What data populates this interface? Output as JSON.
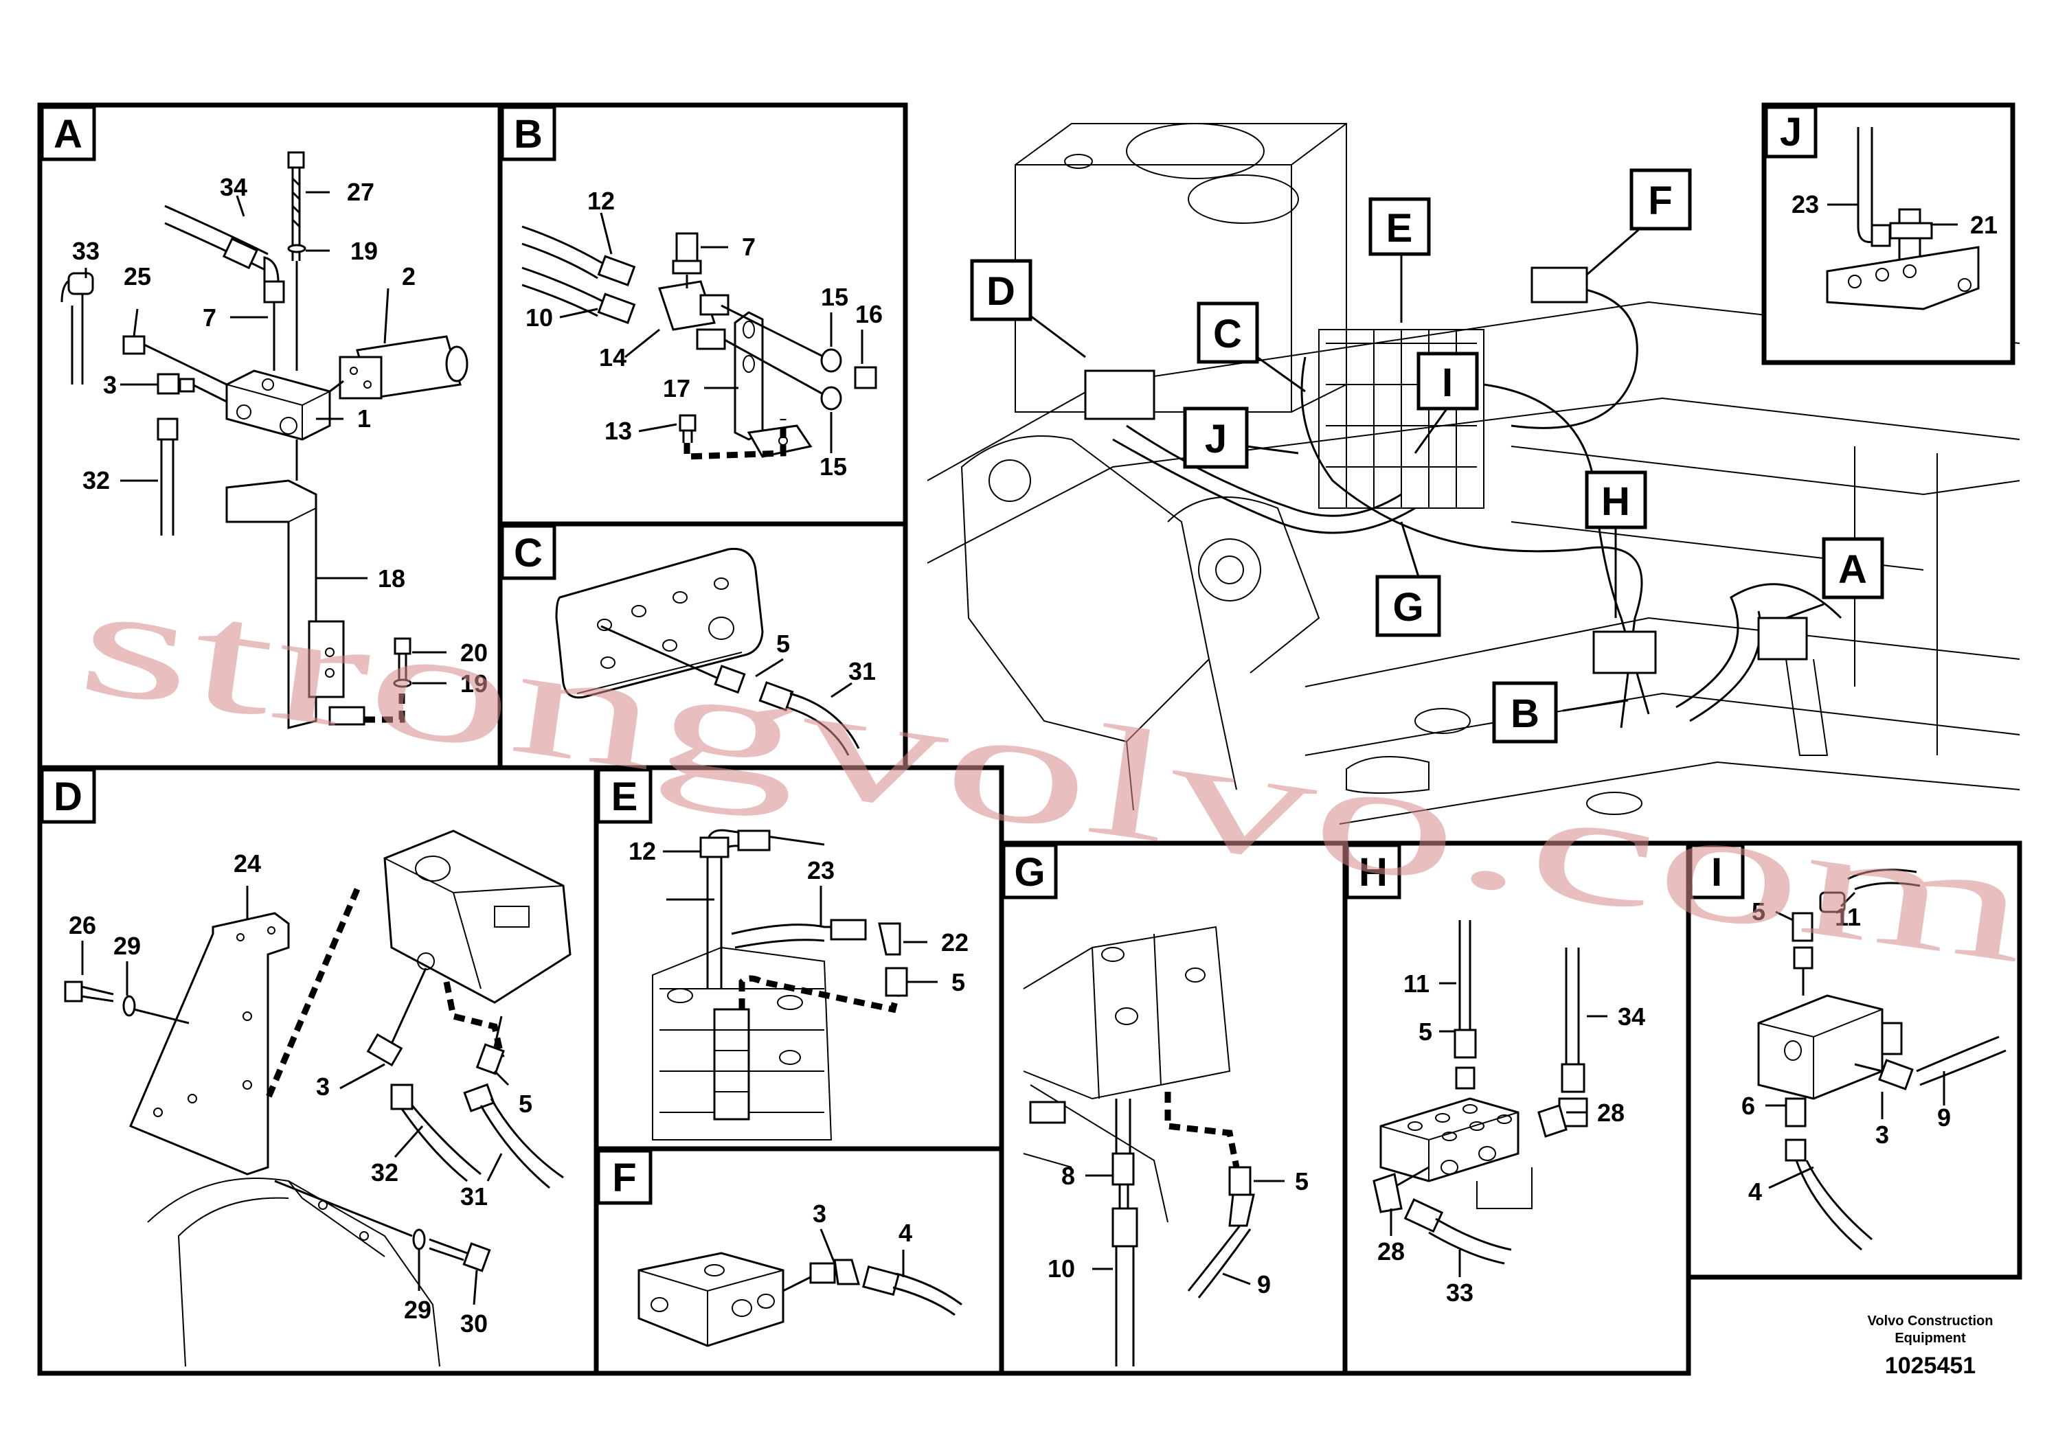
{
  "panels": {
    "A": {
      "label": "A",
      "callouts": [
        "34",
        "27",
        "19",
        "33",
        "25",
        "2",
        "7",
        "3",
        "1",
        "32",
        "18",
        "20",
        "19"
      ]
    },
    "B": {
      "label": "B",
      "callouts": [
        "12",
        "7",
        "10",
        "15",
        "16",
        "14",
        "17",
        "13",
        "15"
      ]
    },
    "C": {
      "label": "C",
      "callouts": [
        "5",
        "31"
      ]
    },
    "D": {
      "label": "D",
      "callouts": [
        "24",
        "26",
        "29",
        "3",
        "5",
        "32",
        "31",
        "29",
        "30"
      ]
    },
    "E": {
      "label": "E",
      "callouts": [
        "12",
        "23",
        "22",
        "5"
      ]
    },
    "F": {
      "label": "F",
      "callouts": [
        "3",
        "4"
      ]
    },
    "G": {
      "label": "G",
      "callouts": [
        "8",
        "5",
        "10",
        "9"
      ]
    },
    "H": {
      "label": "H",
      "callouts": [
        "11",
        "34",
        "5",
        "28",
        "28",
        "33"
      ]
    },
    "I": {
      "label": "I",
      "callouts": [
        "5",
        "11",
        "6",
        "3",
        "9",
        "4"
      ]
    },
    "J": {
      "label": "J",
      "callouts": [
        "23",
        "21"
      ]
    }
  },
  "overview_tags": [
    "E",
    "F",
    "D",
    "C",
    "J",
    "I",
    "H",
    "A",
    "G",
    "B"
  ],
  "footer": {
    "company_line1": "Volvo Construction",
    "company_line2": "Equipment",
    "doc_number": "1025451"
  },
  "watermark": "strongvolvo.com"
}
